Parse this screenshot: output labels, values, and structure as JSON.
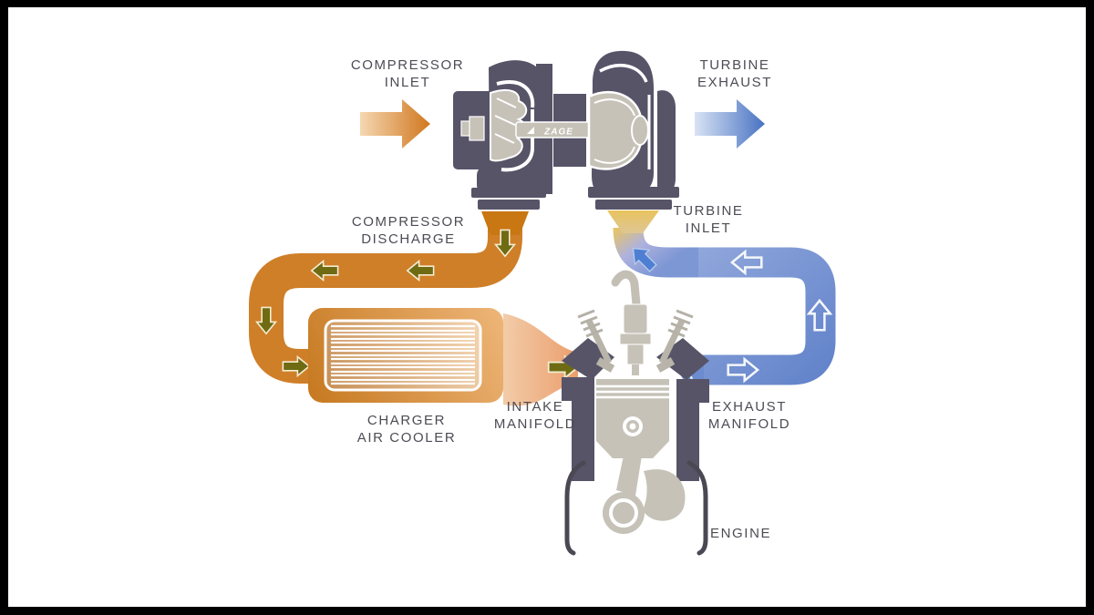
{
  "labels": {
    "compressor_inlet": "COMPRESSOR\nINLET",
    "turbine_exhaust": "TURBINE\nEXHAUST",
    "compressor_discharge": "COMPRESSOR\nDISCHARGE",
    "turbine_inlet": "TURBINE\nINLET",
    "charger_air_cooler": "CHARGER\nAIR COOLER",
    "intake_manifold": "INTAKE\nMANIFOLD",
    "exhaust_manifold": "EXHAUST\nMANIFOLD",
    "engine": "ENGINE"
  },
  "turbo": {
    "brand": "ZAGE"
  },
  "colors": {
    "dark": "#575468",
    "gray": "#c6c2b8",
    "text": "#4c4c55",
    "orange": "#cf7f28",
    "orange_dark": "#c87713",
    "olive": "#6e6b13",
    "blue_solid": "#4f7fd2",
    "gold": "#e9c35f",
    "salmon": "#eb9e6d"
  }
}
